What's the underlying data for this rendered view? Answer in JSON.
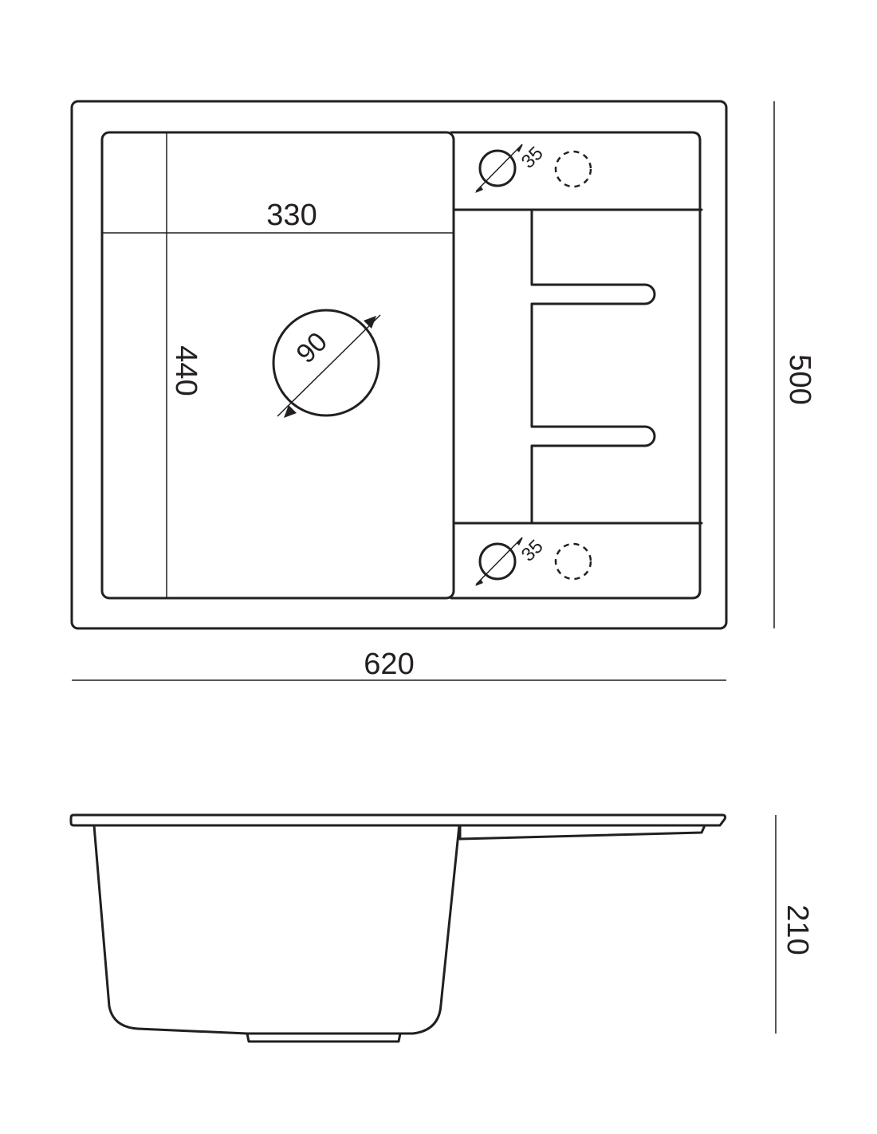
{
  "top_view": {
    "overall_width": "620",
    "overall_depth": "500",
    "bowl_width": "330",
    "bowl_length": "440",
    "drain_diameter": "90",
    "tap_hole_diameter_upper": "35",
    "tap_hole_diameter_lower": "35"
  },
  "side_view": {
    "height": "210"
  },
  "colors": {
    "line": "#231f20",
    "background": "#ffffff"
  }
}
